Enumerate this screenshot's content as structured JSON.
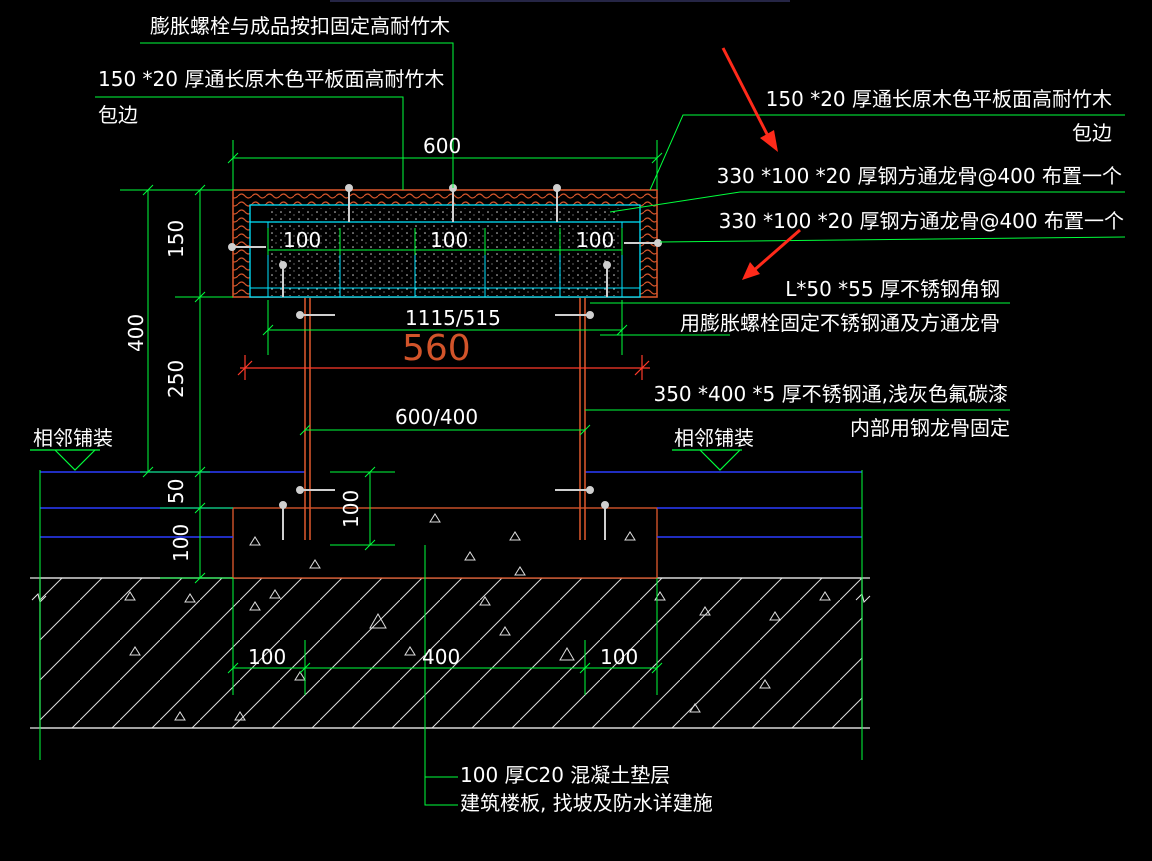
{
  "labels": {
    "bolt_fix": "膨胀螺栓与成品按扣固定高耐竹木",
    "wood_edge_left_1": "150 *20 厚通长原木色平板面高耐竹木",
    "wood_edge_left_2": "包边",
    "wood_edge_right_1": "150 *20 厚通长原木色平板面高耐竹木",
    "wood_edge_right_2": "包边",
    "keel_1": "330 *100 *20 厚钢方通龙骨@400 布置一个",
    "keel_2": "330 *100 *20 厚钢方通龙骨@400 布置一个",
    "angle_steel": "L*50 *55 厚不锈钢角钢",
    "bolt_keel": "用膨胀螺栓固定不锈钢通及方通龙骨",
    "tube_1": "350 *400 *5 厚不锈钢通,浅灰色氟碳漆",
    "tube_2": "内部用钢龙骨固定",
    "adjacent_left": "相邻铺装",
    "adjacent_right": "相邻铺装",
    "concrete": "100 厚C20 混凝土垫层",
    "slab": "建筑楼板, 找坡及防水详建施"
  },
  "dims": {
    "top_600": "600",
    "inner_100_a": "100",
    "inner_100_b": "100",
    "inner_100_c": "100",
    "mid_1115": "1115/515",
    "big_560": "560",
    "mid_600_400": "600/400",
    "v_400": "400",
    "v_150": "150",
    "v_250": "250",
    "v_50": "50",
    "v_100": "100",
    "base_100_v": "100",
    "bottom_100_l": "100",
    "bottom_400": "400",
    "bottom_100_r": "100"
  },
  "colors": {
    "background": "#000000",
    "dimension_green": "#00ff3c",
    "wood_orange": "#d2542a",
    "steel_cyan": "#00e5ff",
    "floor_blue": "#2a3cff",
    "hatch_white": "#e8e8e8",
    "arrow_red": "#ff2a1a"
  }
}
